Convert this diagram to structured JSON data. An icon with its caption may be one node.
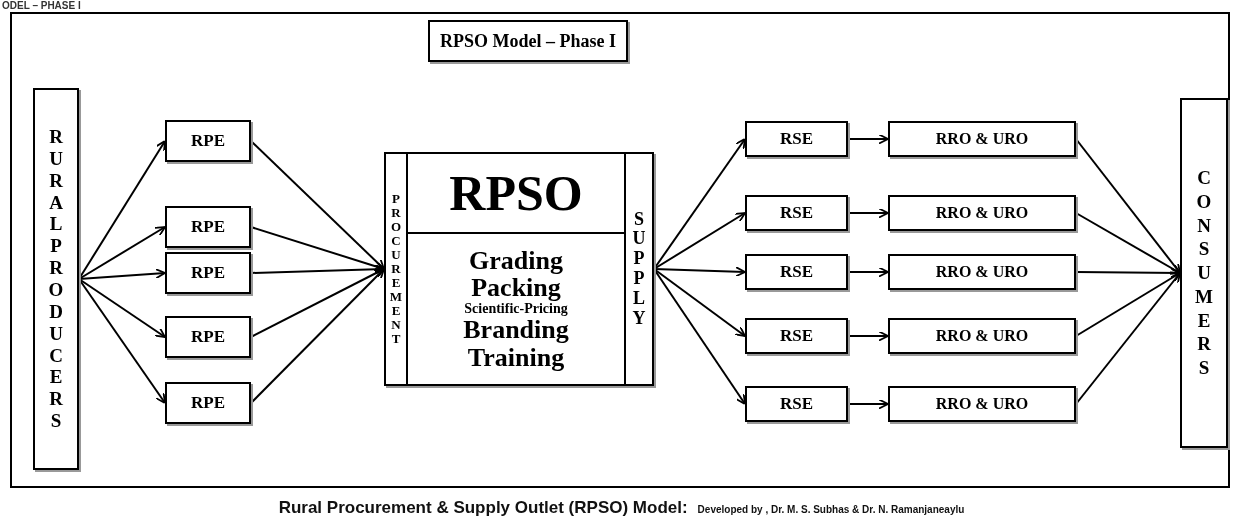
{
  "diagram": {
    "caption": "Rural Procurement & Supply Outlet (RPSO) Model:",
    "nodes": [
      {
        "text": [
          "RPSO Model – Phase I"
        ]
      },
      {
        "text": [
          "RURAL PRODUCERS"
        ]
      },
      {
        "text": [
          "RPE"
        ]
      },
      {
        "text": [
          "RPE"
        ]
      },
      {
        "text": [
          "RPE"
        ]
      },
      {
        "text": [
          "RPE"
        ]
      },
      {
        "text": [
          "RPE"
        ]
      },
      {
        "text": [
          "PROCUREMENT"
        ]
      },
      {
        "text": [
          "RPSO"
        ]
      },
      {
        "text": [
          "Grading",
          "Packing",
          "Scientific-Pricing",
          "Branding",
          "Training"
        ]
      },
      {
        "text": [
          "SUPPLY"
        ]
      },
      {
        "text": [
          "RSE"
        ]
      },
      {
        "text": [
          "RSE"
        ]
      },
      {
        "text": [
          "RSE"
        ]
      },
      {
        "text": [
          "RSE"
        ]
      },
      {
        "text": [
          "RSE"
        ]
      },
      {
        "text": [
          "RRO & URO"
        ]
      },
      {
        "text": [
          "RRO & URO"
        ]
      },
      {
        "text": [
          "RRO & URO"
        ]
      },
      {
        "text": [
          "RRO & URO"
        ]
      },
      {
        "text": [
          "RRO & URO"
        ]
      },
      {
        "text": [
          "CONSUMERS"
        ]
      }
    ],
    "edges": [
      {
        "from": 1,
        "to": 2,
        "arrow": "to"
      },
      {
        "from": 1,
        "to": 3,
        "arrow": "to"
      },
      {
        "from": 1,
        "to": 4,
        "arrow": "to"
      },
      {
        "from": 1,
        "to": 5,
        "arrow": "to"
      },
      {
        "from": 1,
        "to": 6,
        "arrow": "to"
      },
      {
        "from": 2,
        "to": 7,
        "arrow": "to"
      },
      {
        "from": 3,
        "to": 7,
        "arrow": "to"
      },
      {
        "from": 4,
        "to": 7,
        "arrow": "to"
      },
      {
        "from": 5,
        "to": 7,
        "arrow": "to"
      },
      {
        "from": 6,
        "to": 7,
        "arrow": "to"
      },
      {
        "from": 10,
        "to": 11,
        "arrow": "to"
      },
      {
        "from": 10,
        "to": 12,
        "arrow": "to"
      },
      {
        "from": 10,
        "to": 13,
        "arrow": "to"
      },
      {
        "from": 10,
        "to": 14,
        "arrow": "to"
      },
      {
        "from": 10,
        "to": 15,
        "arrow": "to"
      },
      {
        "from": 11,
        "to": 16,
        "arrow": "to"
      },
      {
        "from": 12,
        "to": 17,
        "arrow": "to"
      },
      {
        "from": 13,
        "to": 18,
        "arrow": "to"
      },
      {
        "from": 14,
        "to": 19,
        "arrow": "to"
      },
      {
        "from": 15,
        "to": 20,
        "arrow": "to"
      },
      {
        "from": 16,
        "to": 21,
        "arrow": "to"
      },
      {
        "from": 17,
        "to": 21,
        "arrow": "to"
      },
      {
        "from": 18,
        "to": 21,
        "arrow": "to"
      },
      {
        "from": 19,
        "to": 21,
        "arrow": "to"
      },
      {
        "from": 20,
        "to": 21,
        "arrow": "to"
      }
    ],
    "labels": [
      "ODEL – PHASE I",
      "Developed by , Dr. M. S. Subhas & Dr. N. Ramanjaneaylu"
    ]
  }
}
